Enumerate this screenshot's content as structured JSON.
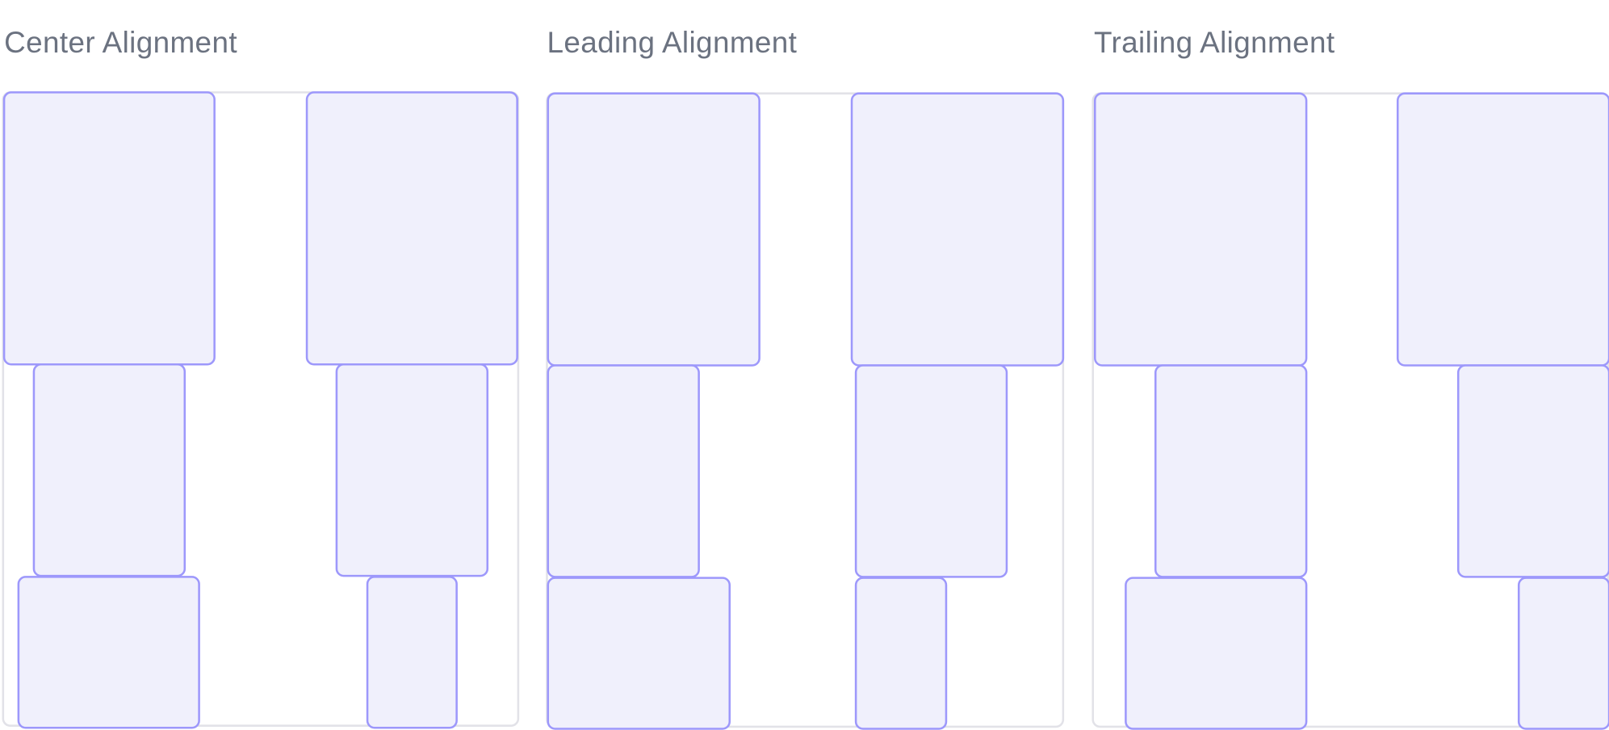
{
  "sections": [
    {
      "title": "Center Alignment"
    },
    {
      "title": "Leading Alignment"
    },
    {
      "title": "Trailing Alignment"
    }
  ],
  "colors": {
    "box_border": "#9d98fb",
    "box_fill": "#f0f0fc",
    "panel_border": "#e2e2e8",
    "title": "#6b7280"
  }
}
